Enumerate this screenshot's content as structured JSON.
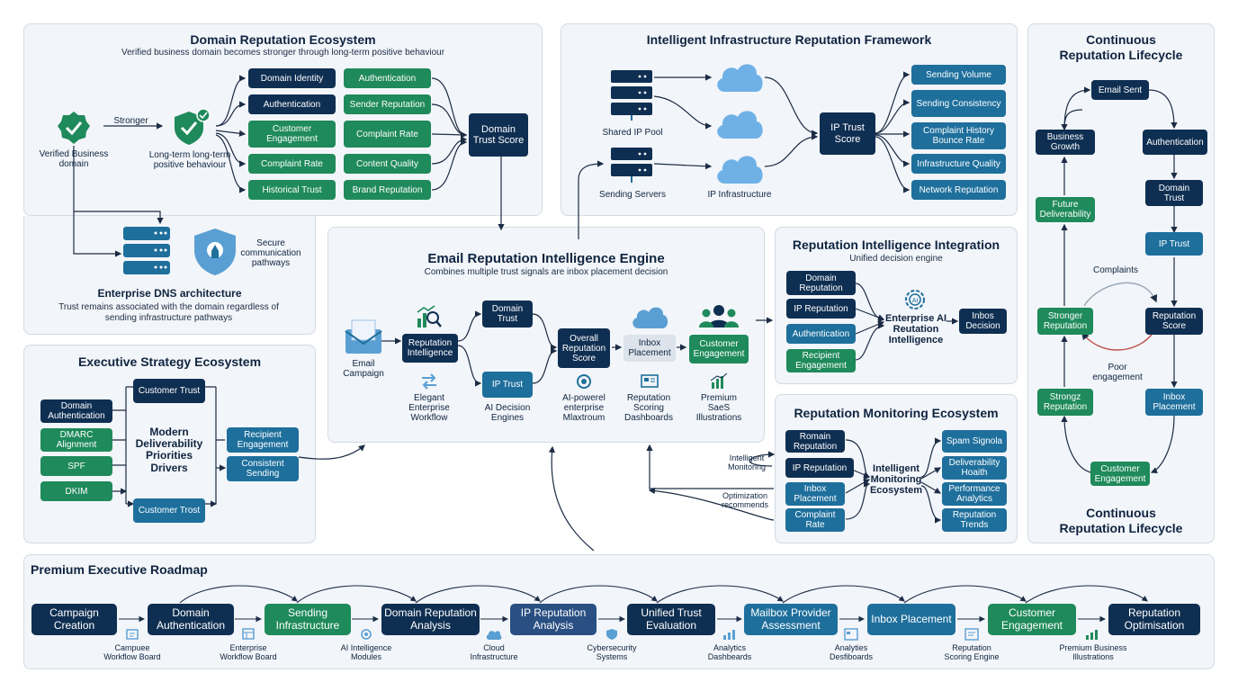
{
  "domain_eco": {
    "title": "Domain Reputation Ecosystem",
    "subtitle": "Verified business domain becomes stronger through long-term positive behaviour",
    "verified": "Verified Business domain",
    "stronger": "Stronger",
    "longterm": "Long-term long-term positive behaviour",
    "left_col": [
      "Domain Identity",
      "Authentication",
      "Customer Engagement",
      "Complaint Rate",
      "Historical Trust"
    ],
    "right_col": [
      "Authentication",
      "Sender Reputation",
      "Complaint Rate",
      "Content Quality",
      "Brand Reputation"
    ],
    "score": "Domain Trust Score",
    "secure": "Secure communication pathways",
    "dns_title": "Enterprise DNS architecture",
    "dns_sub": "Trust remains associated with the domain regardless of sending infrastructure pathways"
  },
  "infra": {
    "title": "Intelligent Infrastructure Reputation Framework",
    "pool": "Shared IP Pool",
    "servers": "Sending Servers",
    "ipinfra": "IP Infrastructure",
    "score": "IP Trust Score",
    "items": [
      "Sending Volume",
      "Sending Consistency",
      "Complaint History Bounce Rate",
      "Infrastructure Quality",
      "Network Reputation"
    ]
  },
  "lifecycle": {
    "title": "Continuous Reputation Lifecycle",
    "nodes": [
      "Email Sent",
      "Authentication",
      "Domain Trust",
      "IP Trust",
      "Reputation Score",
      "Inbox Placement",
      "Customer Engagement",
      "Strongz Reputation",
      "Stronger Reputation",
      "Future Deliverability",
      "Business Growth"
    ],
    "complaints": "Complaints",
    "poor": "Poor engagement",
    "footer": "Continuous Reputation Lifecycle"
  },
  "engine": {
    "title": "Email Reputation Intelligence Engine",
    "subtitle": "Combines multiple trust signals are inbox placement decision",
    "campaign": "Email Campaign",
    "repint": "Reputation Intelligence",
    "domain_trust": "Domain Trust",
    "ip_trust": "IP Trust",
    "overall": "Overall Reputation Score",
    "inbox": "Inbox Placement",
    "engagement": "Customer Engagement",
    "cap1": "Elegant Enterprise Workflow",
    "cap2": "AI Decision Engines",
    "cap3": "AI-powerel enterprise Mlaxtroum",
    "cap4": "Reputation Scoring Dashboards",
    "cap5": "Premium SaeS Illustrations"
  },
  "integration": {
    "title": "Reputation Intelligence Integration",
    "subtitle": "Unified decision engine",
    "items": [
      "Domain Reputation",
      "IP Reputation",
      "Authentication",
      "Recipient Engagement"
    ],
    "center": "Enterprise AI Reutation Intelligence",
    "decision": "Inbos Decision"
  },
  "monitoring": {
    "title": "Reputation Monitoring Ecosystem",
    "left": [
      "Romain Reputation",
      "IP Reputation",
      "Inbox Placement",
      "Complaint Rate"
    ],
    "center": "Intelligent Monitoring Ecosystem",
    "right": [
      "Spam Signola",
      "Deliverability Hoaith",
      "Performance Analytics",
      "Reputation Trends"
    ],
    "lbl1": "Intelligent Monitoring",
    "lbl2": "Optimization recommends"
  },
  "exec": {
    "title": "Executive Strategy Ecosystem",
    "left": [
      "Domain Authentication",
      "DMARC Alignment",
      "SPF",
      "DKIM"
    ],
    "top": "Customer Trust",
    "bottom": "Customer Trost",
    "center": "Modern Deliverability Priorities Drivers",
    "right": [
      "Recipient Engagement",
      "Consistent Sending"
    ]
  },
  "roadmap": {
    "title": "Premium Executive Roadmap",
    "steps": [
      "Campaign Creation",
      "Domain Authentication",
      "Sending Infrastructure",
      "Domain Reputation Analysis",
      "IP Reputation Analysis",
      "Unified Trust Evaluation",
      "Mailbox Provider Assessment",
      "Inbox Placement",
      "Customer Engagement",
      "Reputation Optimisation"
    ],
    "captions": [
      "Campuee Workflow Board",
      "Enterprise Workflow Board",
      "AI Intelligence Modules",
      "Cloud Infrastructure",
      "Cybersecurity Systems",
      "Analytics Dashbeards",
      "Analyties Desfiboards",
      "Reputation Scoring Engine",
      "Premium Business Illustrations"
    ]
  },
  "colors": {
    "navy": "#0f2f52",
    "green": "#1f8a5b",
    "teal": "#1e6f9c",
    "panel": "#f2f5f9"
  }
}
